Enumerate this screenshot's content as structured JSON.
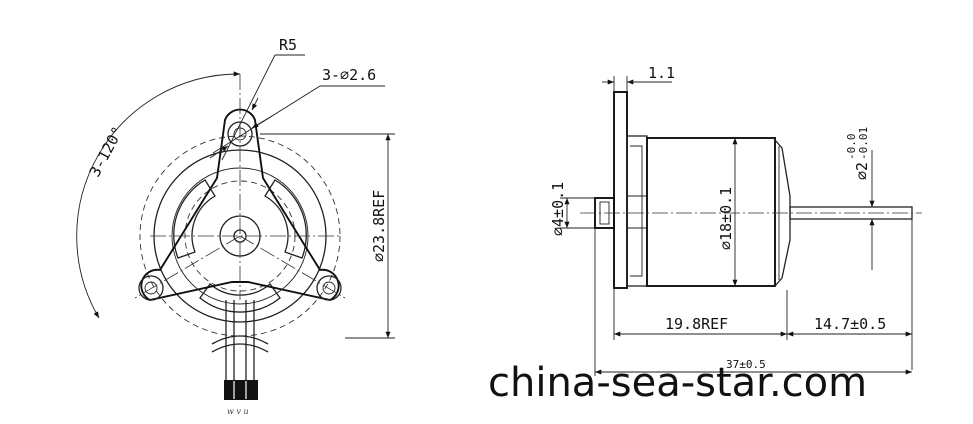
{
  "dimensions": {
    "radius": "R5",
    "holes": "3-⌀2.6",
    "angle": "3-120°",
    "mount_diameter": "⌀23.8REF",
    "flange_thickness": "1.1",
    "boss_diameter": "⌀4±0.1",
    "body_diameter": "⌀18±0.1",
    "shaft_diameter": "⌀2",
    "shaft_tol_upper": "-0.0",
    "shaft_tol_lower": "-0.01",
    "body_length": "19.8REF",
    "shaft_length": "14.7±0.5",
    "total_length": "37±0.5"
  },
  "wire_labels": "w v u",
  "watermark": "china-sea-star.com"
}
